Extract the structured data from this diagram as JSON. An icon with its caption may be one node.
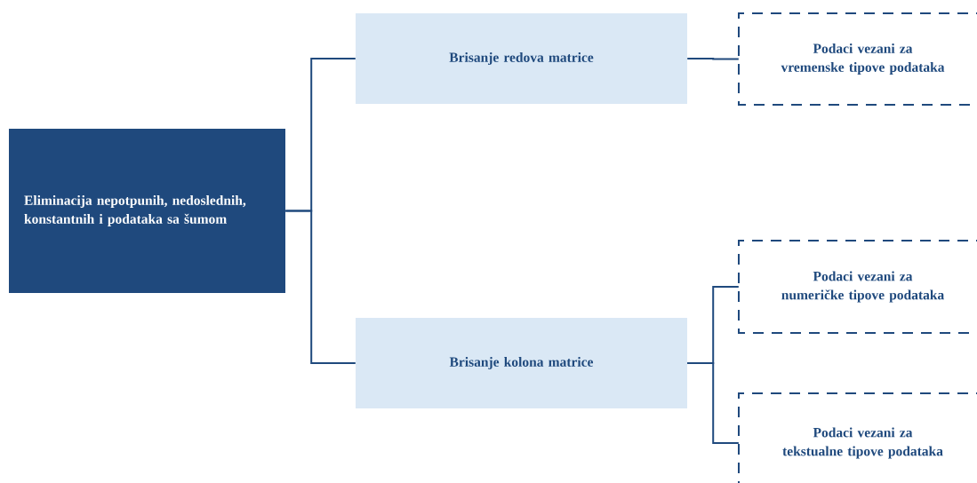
{
  "diagram": {
    "nodes": [
      {
        "text": [
          "Eliminacija nepotpunih, nedoslednih, konstantnih i podataka sa šumom"
        ]
      },
      {
        "text": [
          "Brisanje redova matrice"
        ]
      },
      {
        "text": [
          "Brisanje kolona matrice"
        ]
      },
      {
        "text": [
          "Podaci vezani za vremenske tipove podataka"
        ]
      },
      {
        "text": [
          "Podaci vezani za numeričke tipove podataka"
        ]
      },
      {
        "text": [
          "Podaci vezani za tekstualne tipove podataka"
        ]
      }
    ],
    "edges": [
      {
        "from": 0,
        "to": 1,
        "arrow": "none"
      },
      {
        "from": 0,
        "to": 2,
        "arrow": "none"
      },
      {
        "from": 1,
        "to": 3,
        "arrow": "none"
      },
      {
        "from": 2,
        "to": 4,
        "arrow": "none"
      },
      {
        "from": 2,
        "to": 5,
        "arrow": "none"
      }
    ]
  }
}
